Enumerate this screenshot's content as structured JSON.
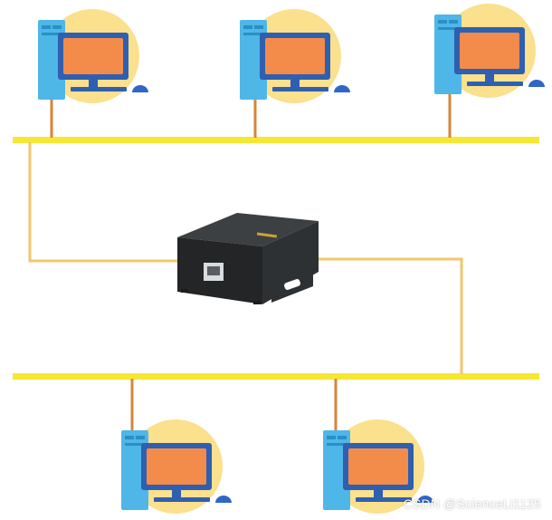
{
  "colors": {
    "bus": "#f7e733",
    "link": "#f2c66d",
    "drop": "#d7843a",
    "halo": "#fbe08d",
    "tower": "#4fb6e8",
    "tower_dark": "#2b8fc6",
    "screen": "#f38b4b",
    "screen_border": "#2f5fb0",
    "monitor_stand": "#2f5fb0",
    "mouse": "#2f66c8",
    "device_body": "#2e3133",
    "device_top": "#3c4042",
    "device_front": "#232526",
    "port": "#d9dcdf",
    "watermark": "#ffffff"
  },
  "icons": {
    "computer": "desktop-computer-icon",
    "device": "ethernet-gateway-device-icon"
  },
  "computers_top": [
    {
      "name": "computer-top-1"
    },
    {
      "name": "computer-top-2"
    },
    {
      "name": "computer-top-3"
    }
  ],
  "computers_bottom": [
    {
      "name": "computer-bottom-1"
    },
    {
      "name": "computer-bottom-2"
    }
  ],
  "watermark": {
    "text": "CSDN @ScienceLi1125"
  }
}
